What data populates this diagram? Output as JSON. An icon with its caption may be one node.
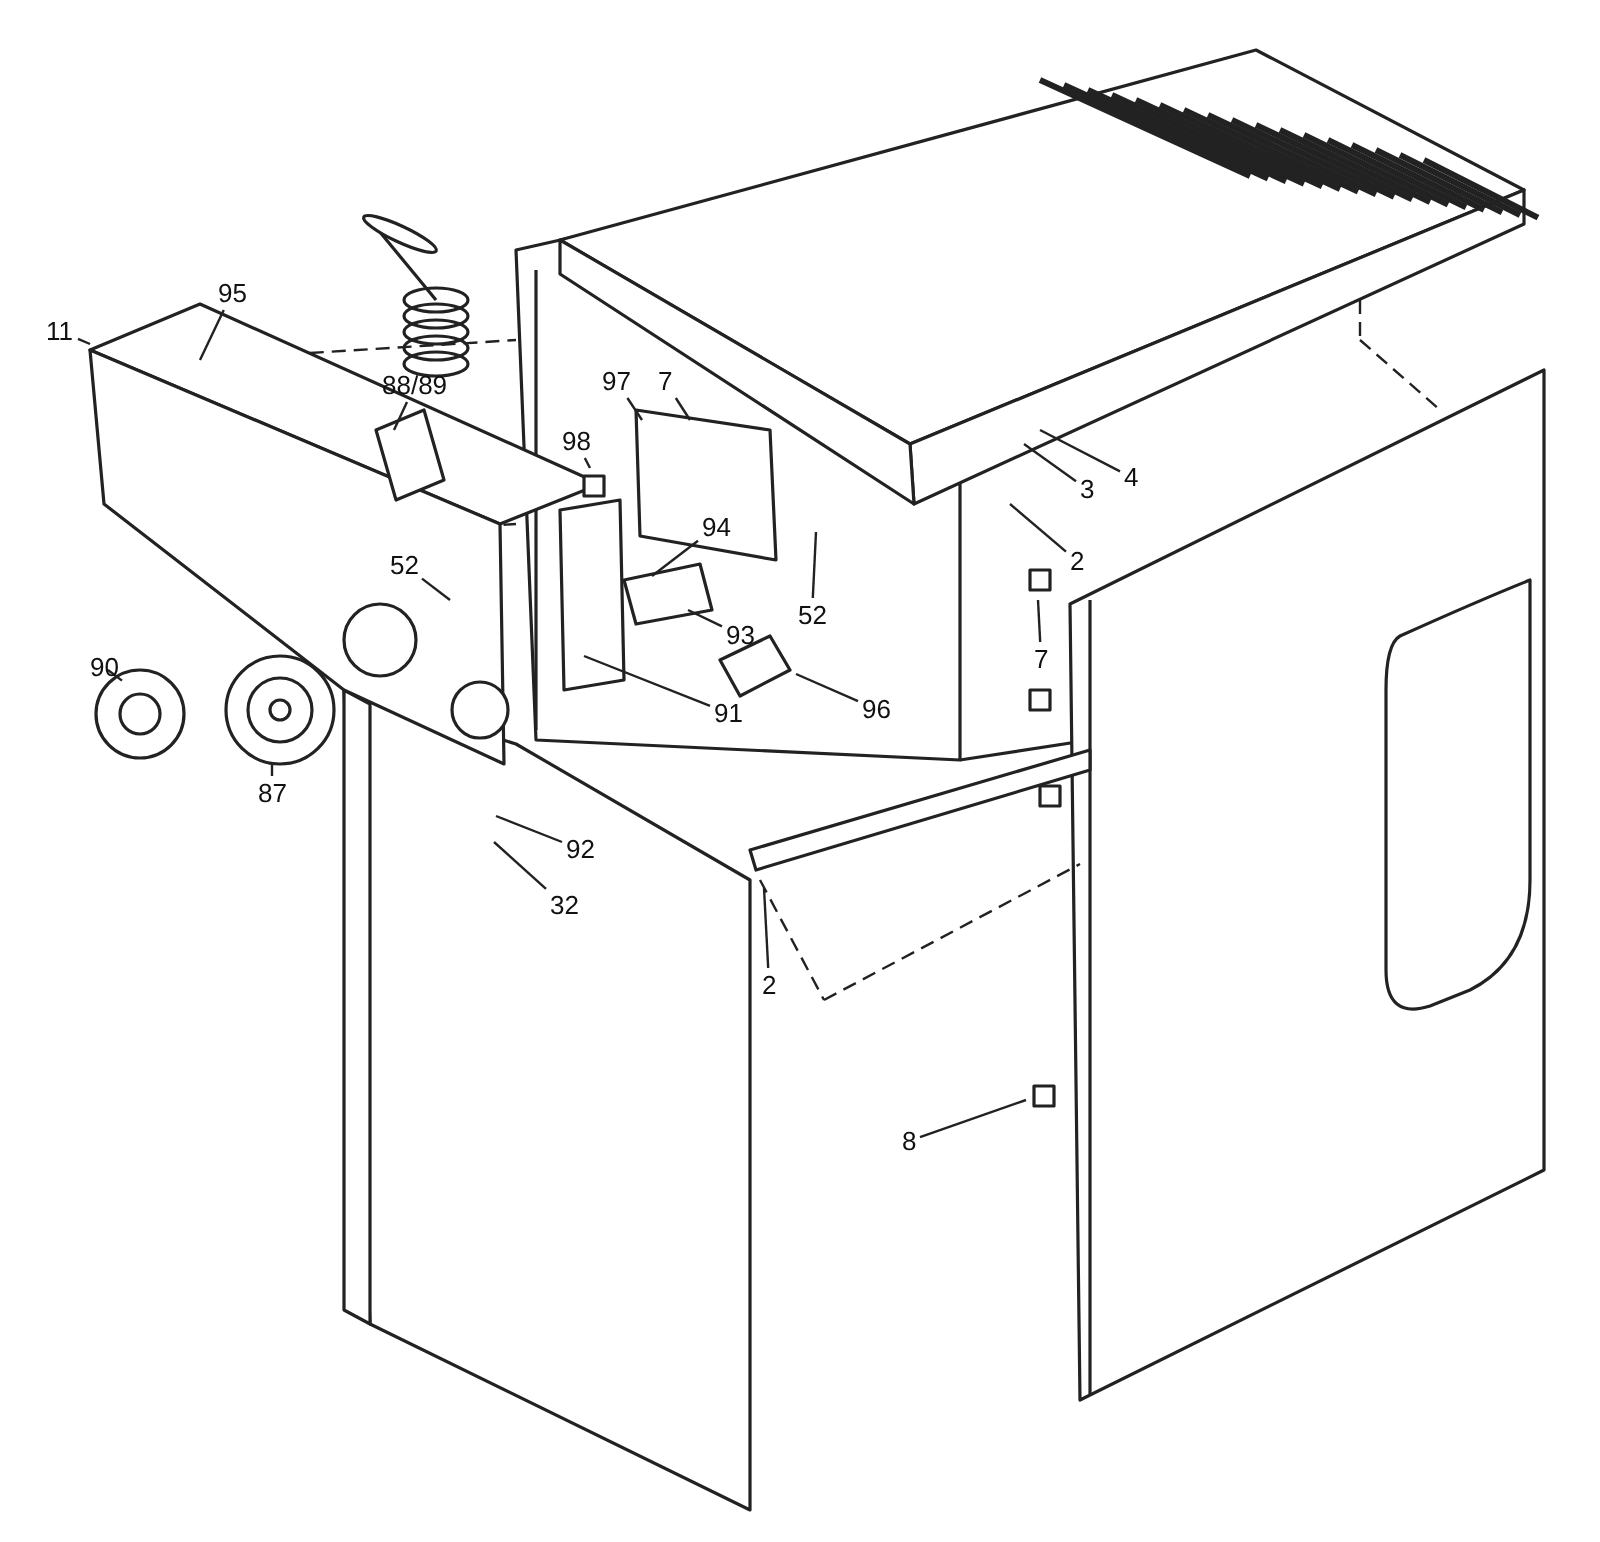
{
  "diagram": {
    "nodes": [
      {
        "text": [
          "95"
        ]
      },
      {
        "text": [
          "11"
        ]
      },
      {
        "text": [
          "88/89"
        ]
      },
      {
        "text": [
          "97"
        ]
      },
      {
        "text": [
          "7"
        ]
      },
      {
        "text": [
          "98"
        ]
      },
      {
        "text": [
          "4"
        ]
      },
      {
        "text": [
          "3"
        ]
      },
      {
        "text": [
          "94"
        ]
      },
      {
        "text": [
          "2"
        ]
      },
      {
        "text": [
          "52"
        ]
      },
      {
        "text": [
          "52"
        ]
      },
      {
        "text": [
          "7"
        ]
      },
      {
        "text": [
          "93"
        ]
      },
      {
        "text": [
          "96"
        ]
      },
      {
        "text": [
          "91"
        ]
      },
      {
        "text": [
          "90"
        ]
      },
      {
        "text": [
          "87"
        ]
      },
      {
        "text": [
          "92"
        ]
      },
      {
        "text": [
          "32"
        ]
      },
      {
        "text": [
          "2"
        ]
      },
      {
        "text": [
          "8"
        ]
      }
    ],
    "edges": [
      {
        "from": 0,
        "to": null,
        "arrow": "none"
      },
      {
        "from": 1,
        "to": null,
        "arrow": "none"
      },
      {
        "from": 2,
        "to": null,
        "arrow": "none"
      },
      {
        "from": 3,
        "to": null,
        "arrow": "none"
      },
      {
        "from": 4,
        "to": null,
        "arrow": "none"
      },
      {
        "from": 5,
        "to": null,
        "arrow": "none"
      },
      {
        "from": 6,
        "to": null,
        "arrow": "none"
      },
      {
        "from": 7,
        "to": null,
        "arrow": "none"
      },
      {
        "from": 8,
        "to": null,
        "arrow": "none"
      },
      {
        "from": 9,
        "to": null,
        "arrow": "none"
      },
      {
        "from": 10,
        "to": null,
        "arrow": "none"
      },
      {
        "from": 11,
        "to": null,
        "arrow": "none"
      },
      {
        "from": 12,
        "to": null,
        "arrow": "none"
      },
      {
        "from": 13,
        "to": null,
        "arrow": "none"
      },
      {
        "from": 14,
        "to": null,
        "arrow": "none"
      },
      {
        "from": 15,
        "to": null,
        "arrow": "none"
      },
      {
        "from": 16,
        "to": null,
        "arrow": "none"
      },
      {
        "from": 17,
        "to": null,
        "arrow": "none"
      },
      {
        "from": 18,
        "to": null,
        "arrow": "none"
      },
      {
        "from": 19,
        "to": null,
        "arrow": "none"
      },
      {
        "from": 20,
        "to": null,
        "arrow": "none"
      },
      {
        "from": 21,
        "to": null,
        "arrow": "none"
      }
    ]
  }
}
